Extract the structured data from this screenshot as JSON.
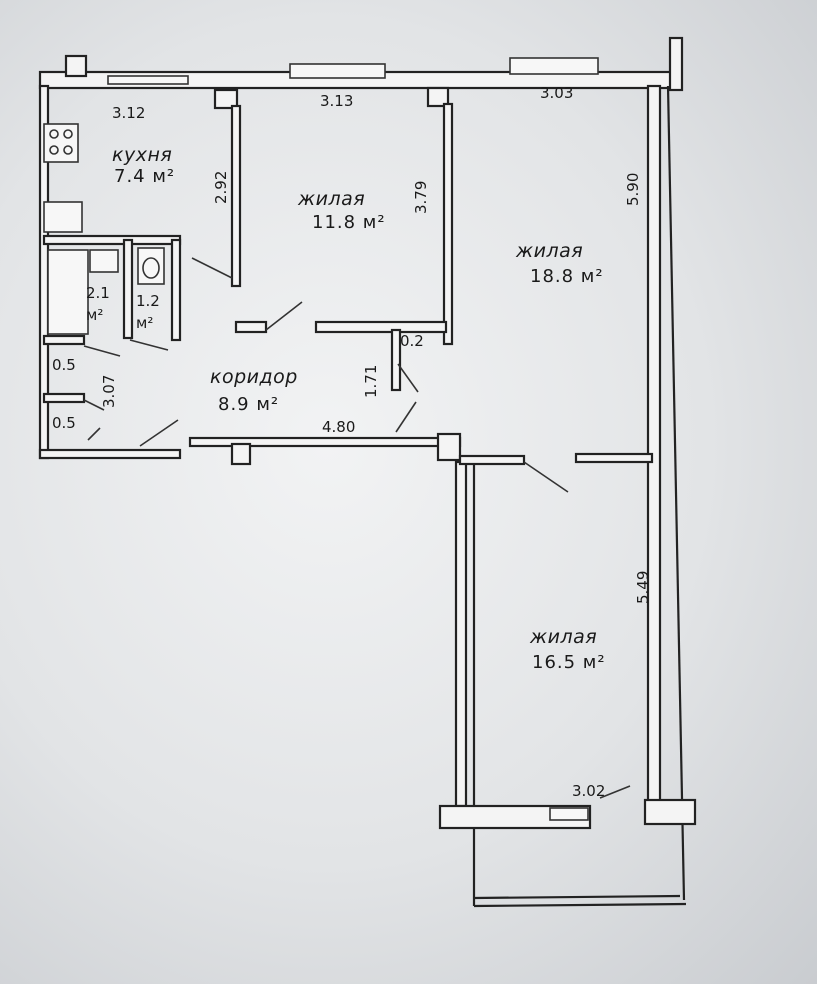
{
  "rooms": [
    {
      "id": "kitchen",
      "name": "кухня",
      "area": "7.4  м²"
    },
    {
      "id": "living1",
      "name": "жилая",
      "area": "11.8  м²"
    },
    {
      "id": "living2",
      "name": "жилая",
      "area": "18.8  м²"
    },
    {
      "id": "corridor",
      "name": "коридор",
      "area": "8.9  м²"
    },
    {
      "id": "living3",
      "name": "жилая",
      "area": "16.5  м²"
    },
    {
      "id": "bath",
      "name": "",
      "area": "2.1 м²"
    },
    {
      "id": "toilet",
      "name": "",
      "area": "1.2 м²"
    }
  ],
  "closets": [
    "0.5",
    "0.5",
    "0.2"
  ],
  "dimensions": {
    "kitchen_width": "3.12",
    "living1_width": "3.13",
    "living2_width": "3.03",
    "kitchen_depth": "2.92",
    "living1_depth": "3.79",
    "living2_depth": "5.90",
    "corridor_width": "4.80",
    "corridor_left_depth": "3.07",
    "corridor_mid_depth": "1.71",
    "living3_depth": "5.49",
    "living3_width": "3.02"
  }
}
